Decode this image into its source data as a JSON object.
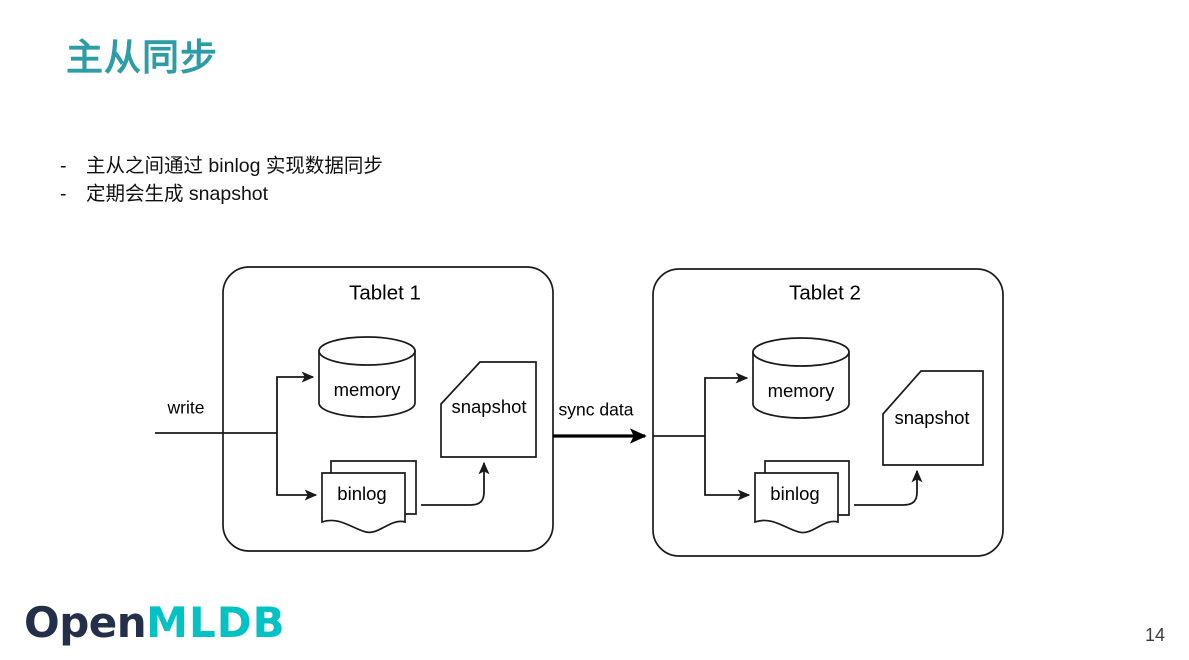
{
  "slide": {
    "title": "主从同步",
    "page_number": "14",
    "title_color": "#2d9ca6",
    "background_color": "#ffffff"
  },
  "bullets": [
    {
      "marker": "-",
      "text": "主从之间通过 binlog 实现数据同步"
    },
    {
      "marker": "-",
      "text": "定期会生成 snapshot"
    }
  ],
  "diagram": {
    "write_label": "write",
    "sync_label": "sync data",
    "tablets": [
      {
        "title": "Tablet 1",
        "memory_label": "memory",
        "binlog_label": "binlog",
        "snapshot_label": "snapshot"
      },
      {
        "title": "Tablet 2",
        "memory_label": "memory",
        "binlog_label": "binlog",
        "snapshot_label": "snapshot"
      }
    ]
  },
  "brand": {
    "logo_primary": "Open",
    "logo_secondary": "MLDB",
    "primary_color": "#242f4a",
    "secondary_color": "#03c2c4"
  }
}
